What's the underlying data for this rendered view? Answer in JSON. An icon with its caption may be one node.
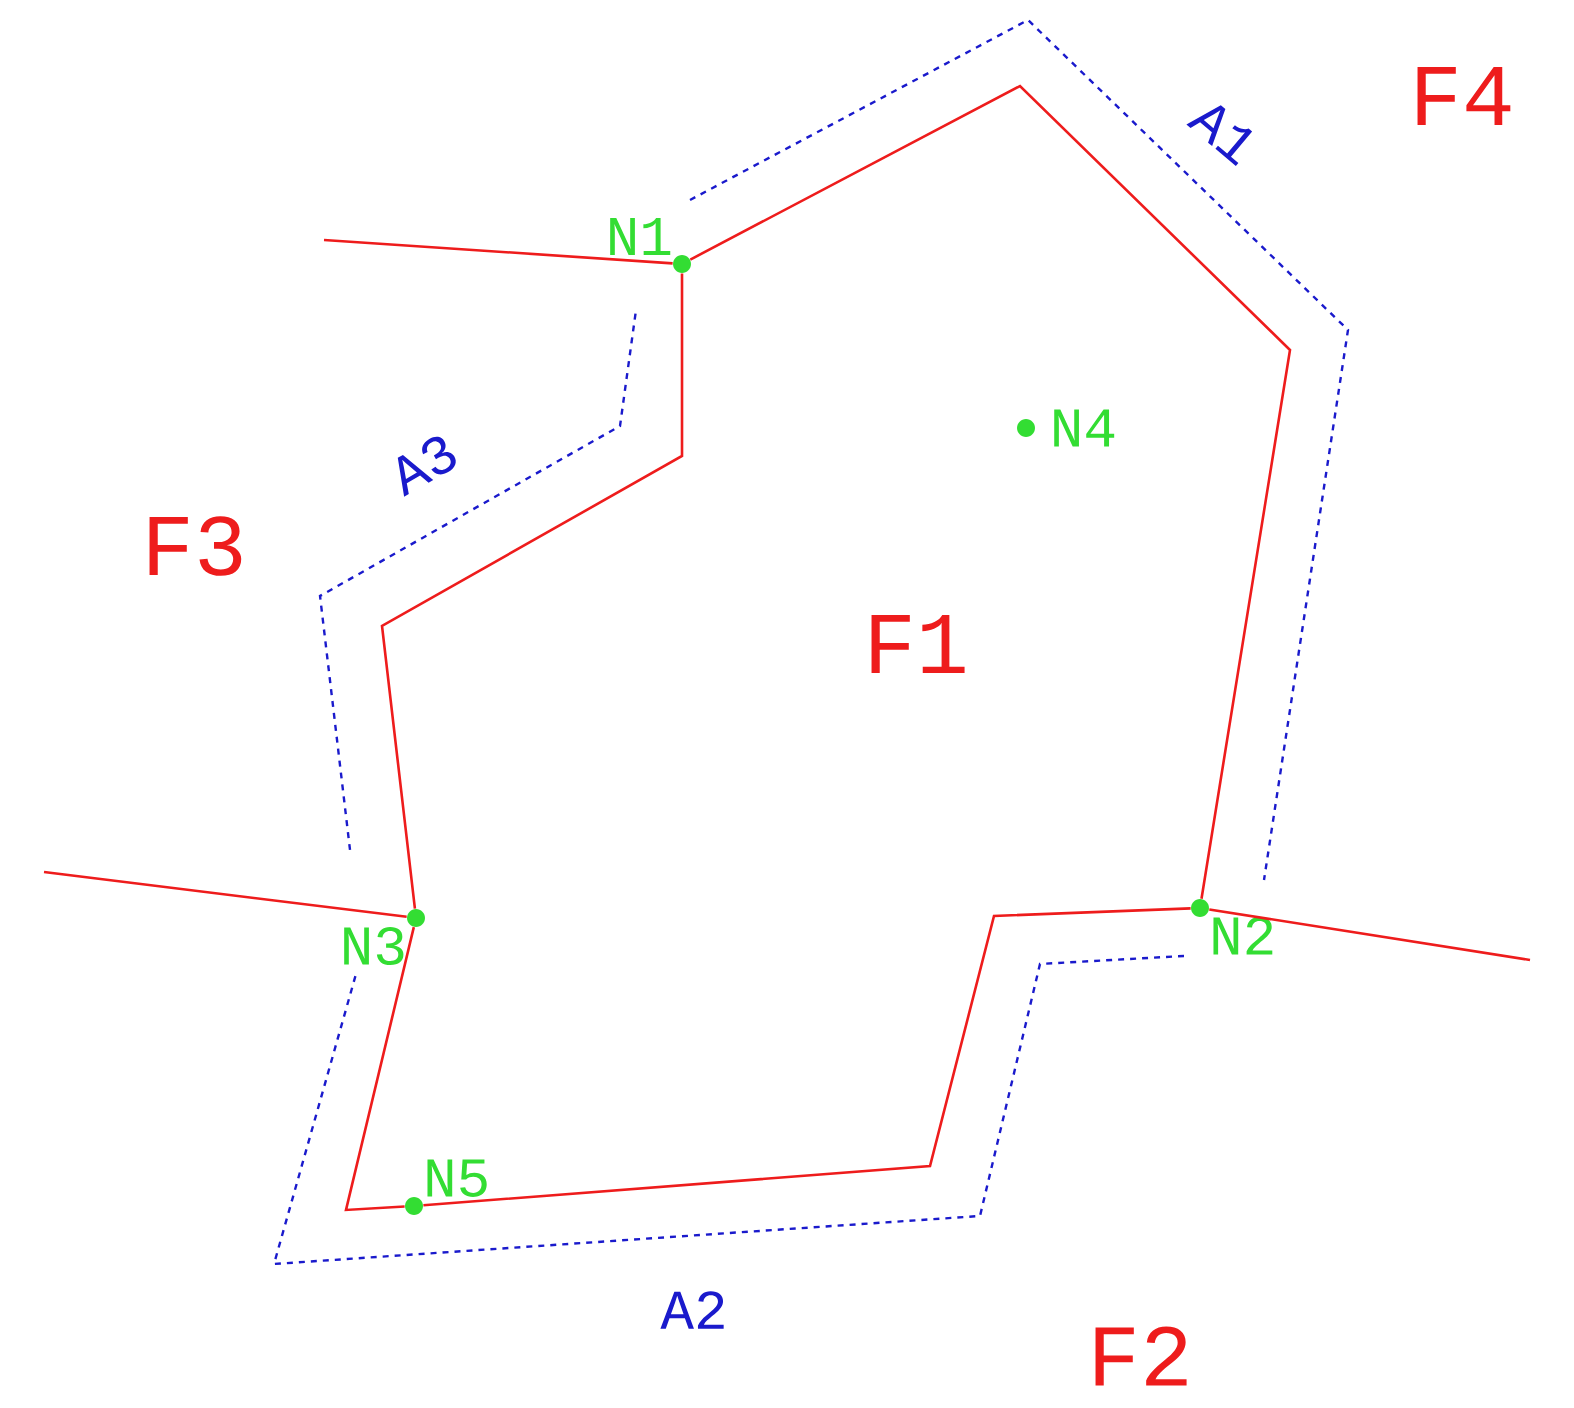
{
  "diagram": {
    "nodes": [
      {
        "text": [
          "N1"
        ]
      },
      {
        "text": [
          "N4"
        ]
      },
      {
        "text": [
          "N3"
        ]
      },
      {
        "text": [
          "N2"
        ]
      },
      {
        "text": [
          "N5"
        ]
      }
    ],
    "edges": [
      {
        "from": 0,
        "to": 3,
        "arrow": "none"
      },
      {
        "from": 3,
        "to": 4,
        "arrow": "none"
      },
      {
        "from": 4,
        "to": 2,
        "arrow": "none"
      },
      {
        "from": 2,
        "to": 0,
        "arrow": "none"
      },
      {
        "from": null,
        "to": 0,
        "arrow": "none"
      },
      {
        "from": 2,
        "to": null,
        "arrow": "none"
      },
      {
        "from": 3,
        "to": null,
        "arrow": "none"
      }
    ],
    "labels": [
      "A1",
      "F4",
      "A3",
      "F3",
      "F1",
      "A2",
      "F2"
    ]
  }
}
